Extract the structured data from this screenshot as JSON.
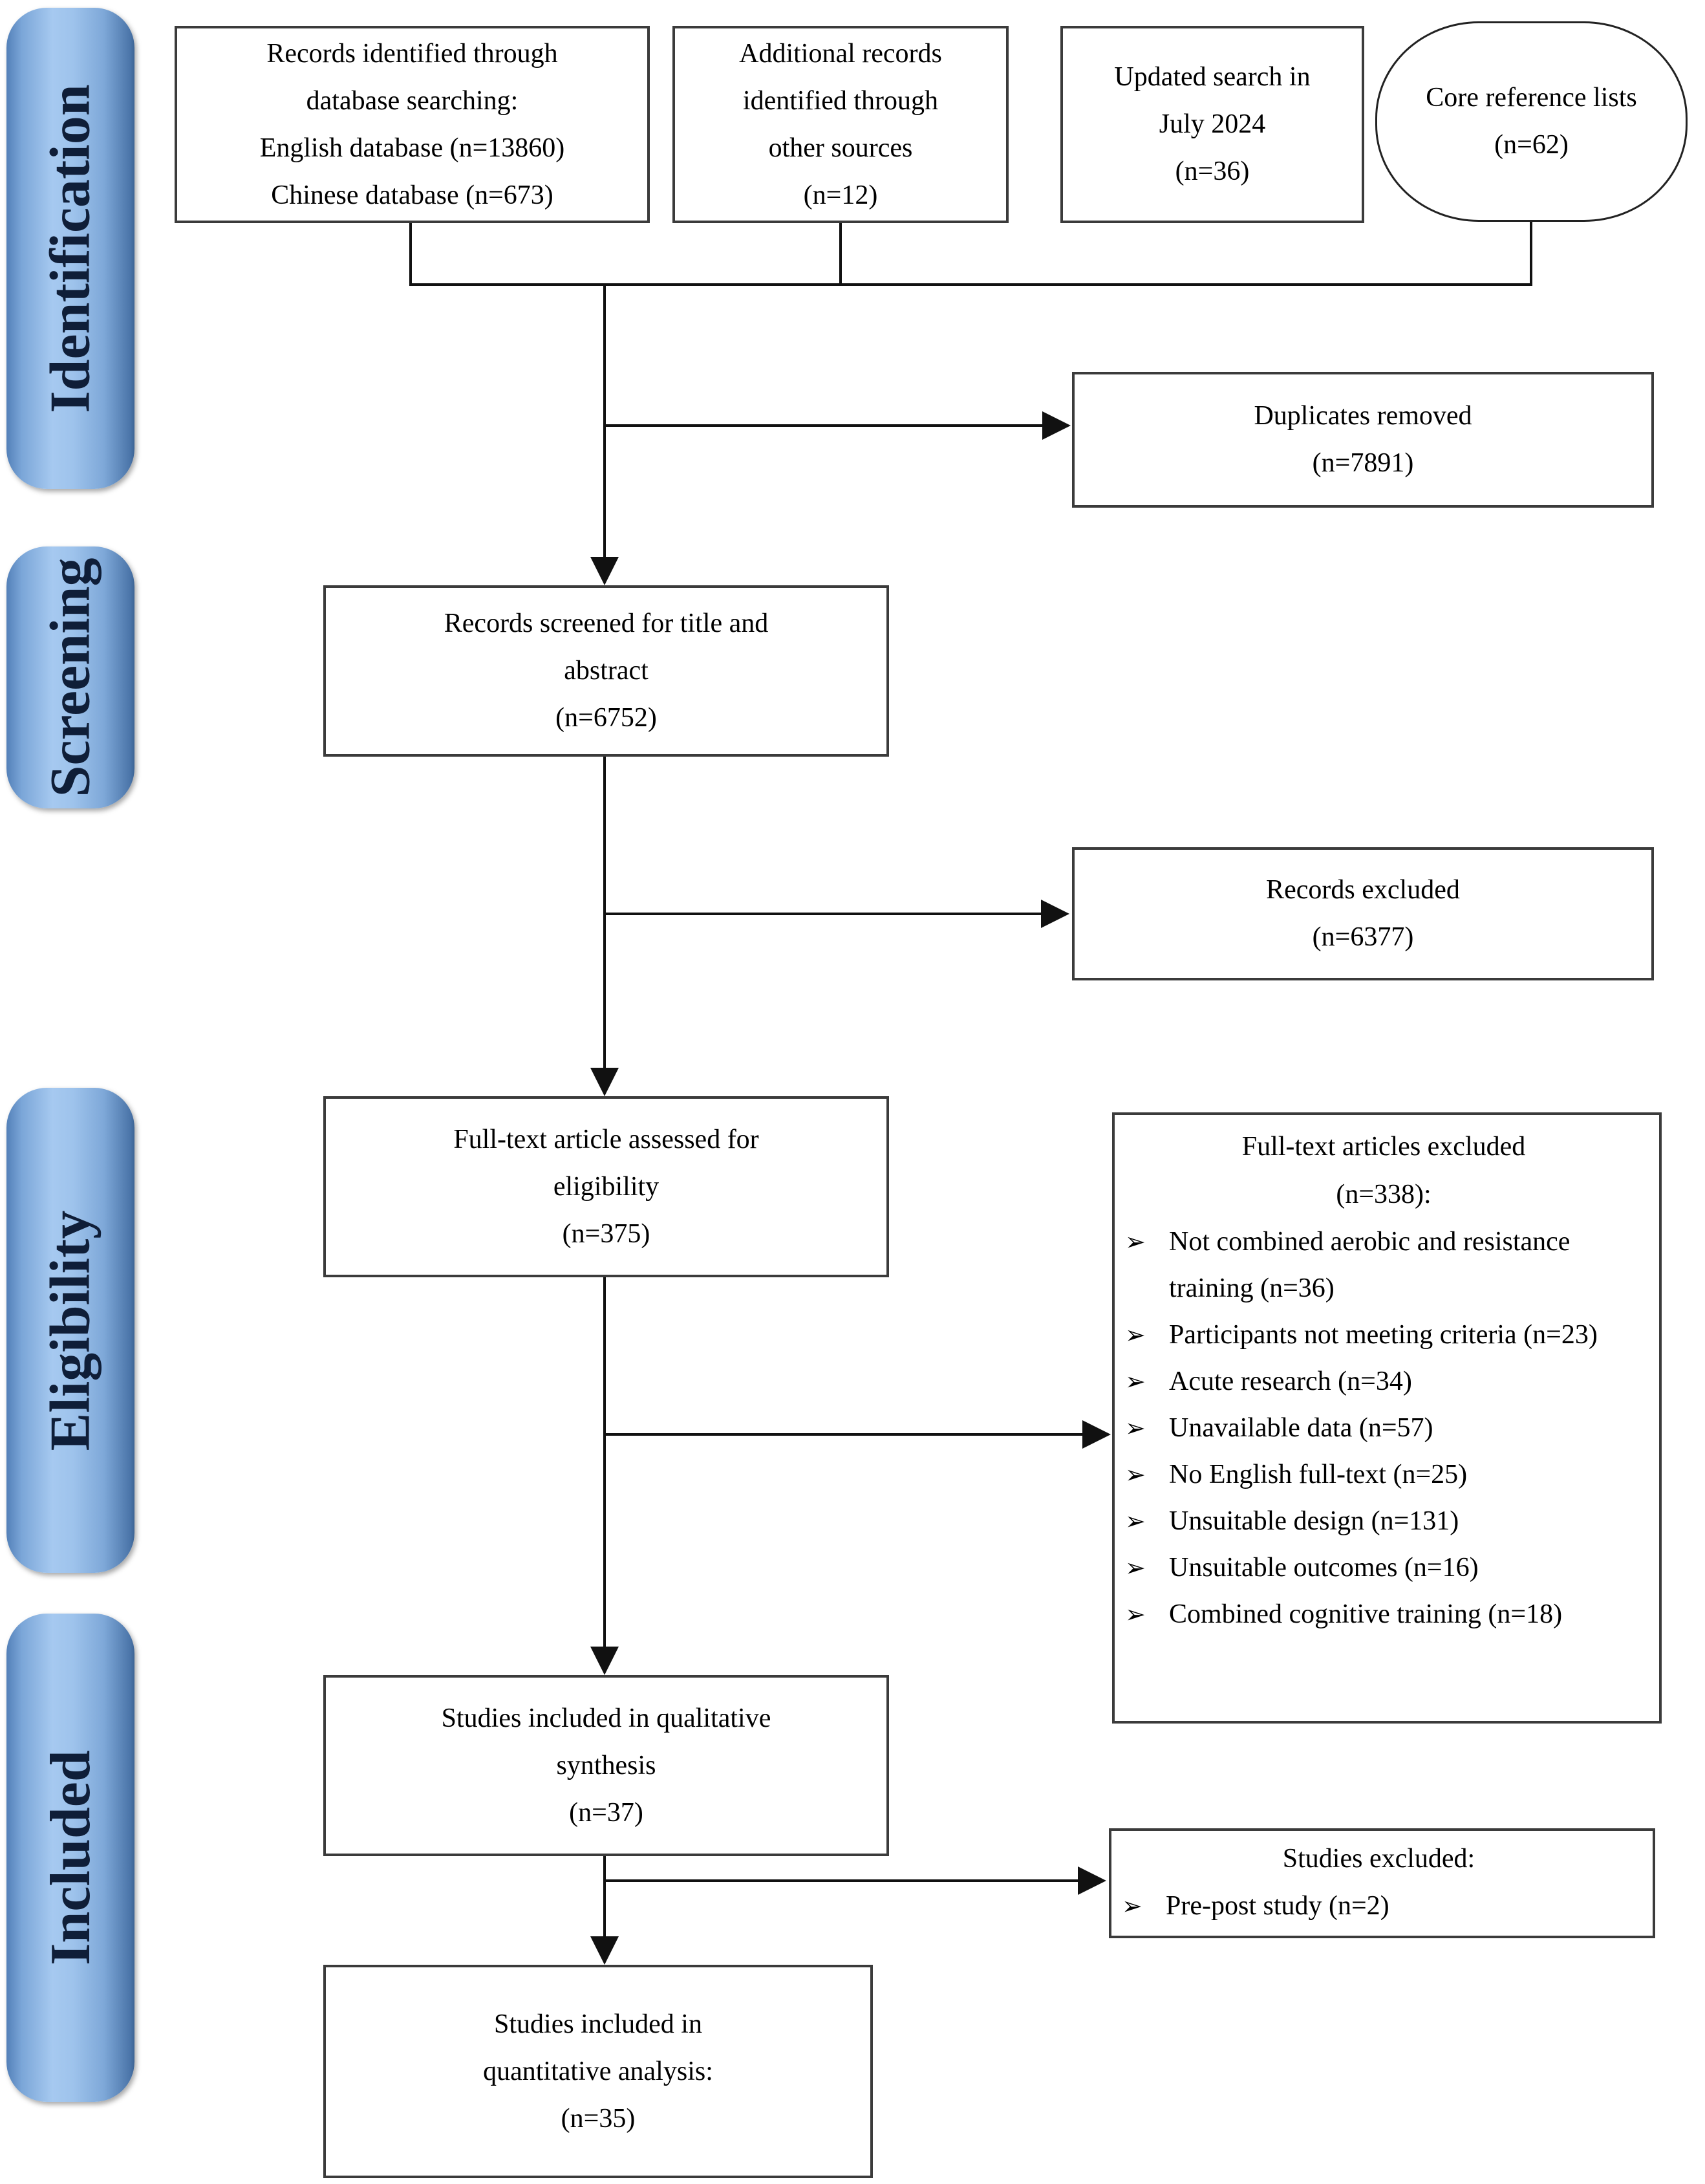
{
  "figure": {
    "kind": "PRISMA systematic review flow diagram"
  },
  "colors": {
    "stage_fill_light": "#a6c9f0",
    "stage_fill_dark": "#4a74a8",
    "stage_text": "#0f1e38",
    "box_border": "#3b3b3b",
    "connector": "#111111"
  },
  "sidebar": {
    "stages": [
      {
        "label": "Identification"
      },
      {
        "label": "Screening"
      },
      {
        "label": "Eligibility"
      },
      {
        "label": "Included"
      }
    ]
  },
  "boxes": {
    "records_identified": {
      "lines": [
        "Records identified through",
        "database searching:",
        "English database (n=13860)",
        "Chinese database (n=673)"
      ]
    },
    "additional_records": {
      "lines": [
        "Additional records",
        "identified through",
        "other sources",
        "(n=12)"
      ]
    },
    "updated_search": {
      "lines": [
        "Updated search in",
        "July 2024",
        "(n=36)"
      ]
    },
    "core_reference": {
      "lines": [
        "Core reference lists",
        "(n=62)"
      ]
    },
    "duplicates_removed": {
      "lines": [
        "Duplicates removed",
        "(n=7891)"
      ]
    },
    "records_screened": {
      "lines": [
        "Records screened for title and",
        "abstract",
        "(n=6752)"
      ]
    },
    "records_excluded": {
      "lines": [
        "Records excluded",
        "(n=6377)"
      ]
    },
    "fulltext_assessed": {
      "lines": [
        "Full-text article assessed for",
        "eligibility",
        "(n=375)"
      ]
    },
    "fulltext_excluded": {
      "title_lines": [
        "Full-text articles excluded",
        "(n=338):"
      ],
      "bullet_glyph": "➢",
      "items": [
        "Not combined aerobic and resistance training (n=36)",
        "Participants not meeting criteria (n=23)",
        "Acute research (n=34)",
        "Unavailable data (n=57)",
        "No English full-text (n=25)",
        "Unsuitable design (n=131)",
        "Unsuitable outcomes (n=16)",
        "Combined cognitive training (n=18)"
      ]
    },
    "qualitative_synthesis": {
      "lines": [
        "Studies included in qualitative",
        "synthesis",
        "(n=37)"
      ]
    },
    "studies_excluded": {
      "title": "Studies excluded:",
      "bullet_glyph": "➢",
      "items": [
        "Pre-post study (n=2)"
      ]
    },
    "quantitative_analysis": {
      "lines": [
        "Studies included in",
        "quantitative analysis:",
        "(n=35)"
      ]
    }
  }
}
